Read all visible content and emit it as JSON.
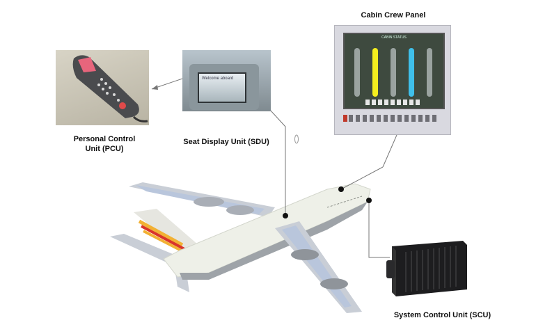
{
  "labels": {
    "cabin_crew_panel": "Cabin Crew Panel",
    "pcu_line1": "Personal Control",
    "pcu_line2": "Unit (PCU)",
    "sdu": "Seat Display Unit (SDU)",
    "scu": "System Control Unit  (SCU)"
  },
  "panel": {
    "header": "CABIN STATUS"
  },
  "sdu_screen": {
    "text": "Welcome aboard"
  },
  "colors": {
    "fuselage": "#eef0e8",
    "wing": "#c9ced6",
    "wing_highlight": "#b9c6dc",
    "tail_stripe_red": "#d9342b",
    "tail_stripe_yellow": "#f2b134",
    "panel_frame": "#d9d9e0",
    "panel_screen": "#3e4a3f",
    "scu_body": "#1d1d1f"
  }
}
